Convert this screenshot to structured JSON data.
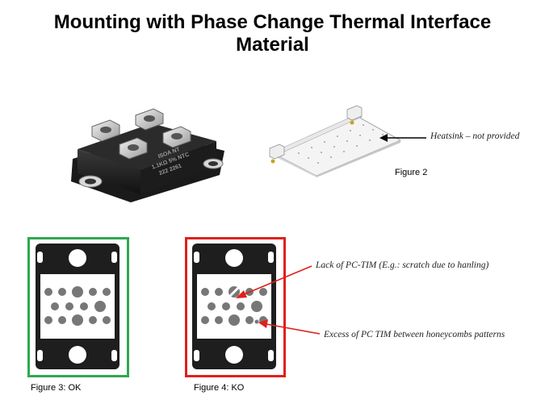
{
  "slide": {
    "title_line1": "Mounting with Phase Change Thermal Interface",
    "title_line2": "Material"
  },
  "figure1": {
    "marking": [
      "ISOA NT",
      "1.1KΩ 5% NTC",
      "222 2261"
    ]
  },
  "figure2": {
    "caption": "Figure 2",
    "annotation": "Heatsink – not provided"
  },
  "figure3": {
    "caption": "Figure 3: OK",
    "frame_color": "#2fa84f"
  },
  "figure4": {
    "caption": "Figure 4: KO",
    "frame_color": "#e0201b",
    "annotation_top": "Lack of PC-TIM (E.g.: scratch due to hanling)",
    "annotation_bottom": "Excess of PC TIM between honeycombs patterns"
  }
}
